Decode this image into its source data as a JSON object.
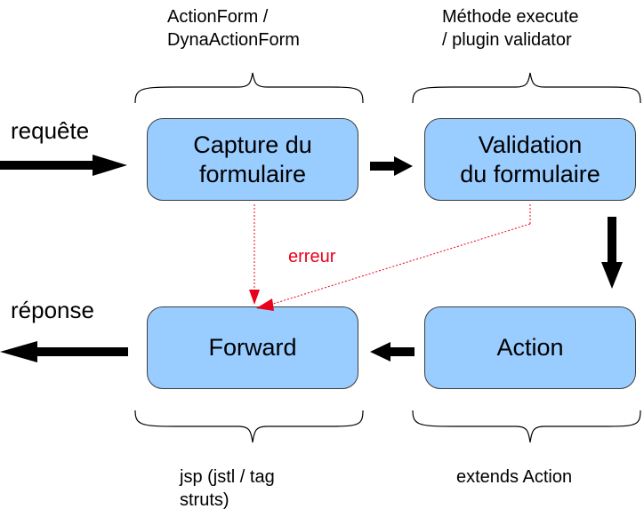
{
  "annotations": {
    "top_left_line1": "ActionForm /",
    "top_left_line2": "DynaActionForm",
    "top_right_line1": "Méthode execute",
    "top_right_line2": "/ plugin validator",
    "bottom_left_line1": "jsp (jstl / tag",
    "bottom_left_line2": "struts)",
    "bottom_right": "extends Action"
  },
  "side_labels": {
    "request": "requête",
    "response": "réponse"
  },
  "boxes": {
    "capture_line1": "Capture du",
    "capture_line2": "formulaire",
    "validation_line1": "Validation",
    "validation_line2": "du formulaire",
    "forward": "Forward",
    "action": "Action"
  },
  "error_label": "erreur",
  "colors": {
    "box_fill": "#99ccff",
    "arrow": "#000000",
    "error": "#e8001c"
  }
}
